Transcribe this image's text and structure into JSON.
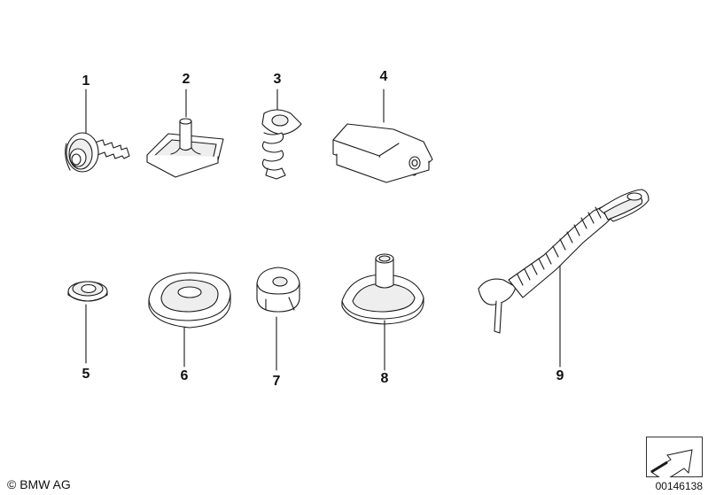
{
  "diagram": {
    "callouts": [
      "1",
      "2",
      "3",
      "4",
      "5",
      "6",
      "7",
      "8",
      "9"
    ],
    "copyright": "© BMW AG",
    "document_number": "00146138",
    "colors": {
      "stroke": "#1a1a1a",
      "fill": "#ffffff",
      "shade": "#e6e6e6"
    },
    "corner_icon": "arrow-icon"
  }
}
